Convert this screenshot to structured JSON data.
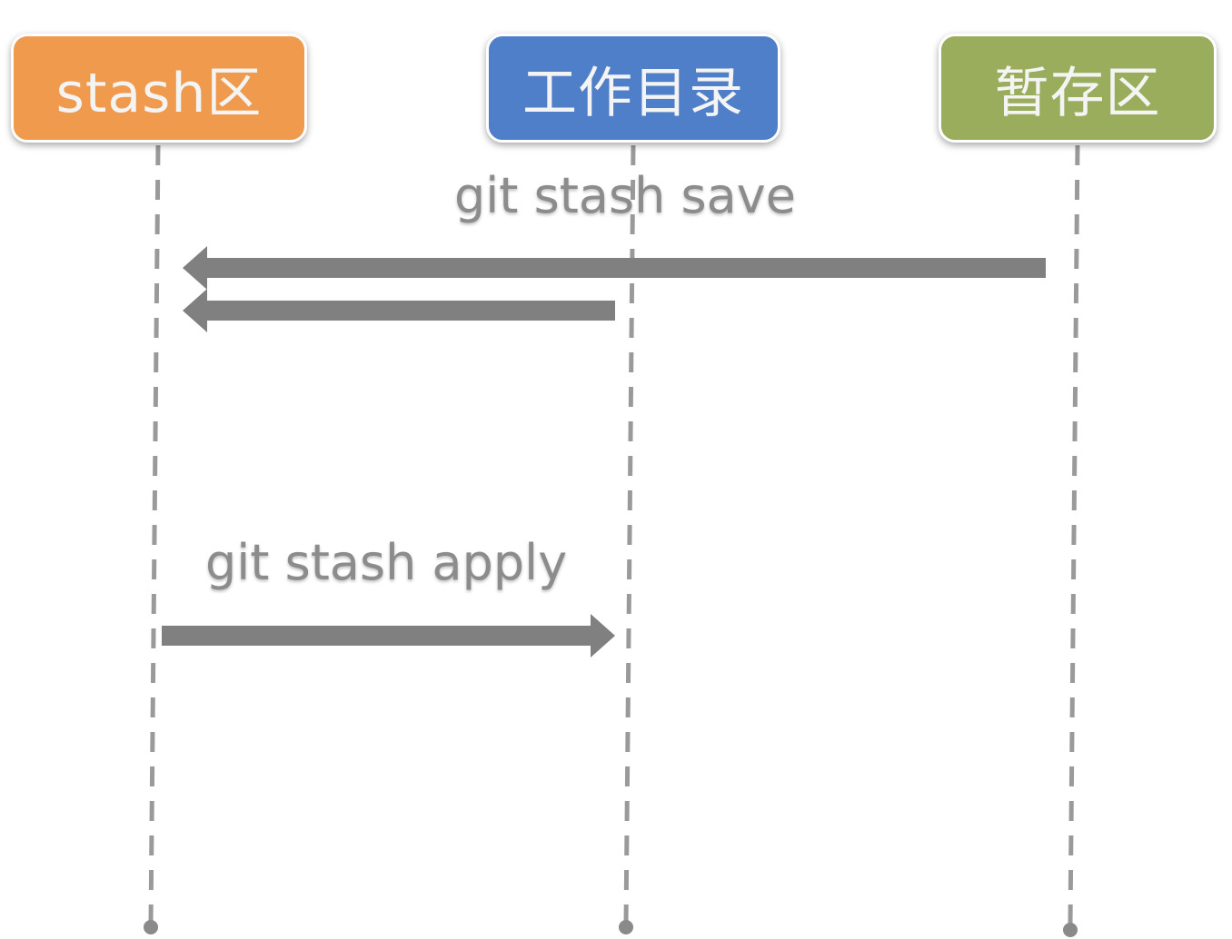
{
  "lanes": [
    {
      "id": "stash",
      "label": "stash区",
      "color": "#ef9a4c"
    },
    {
      "id": "workdir",
      "label": "工作目录",
      "color": "#4f7fc8"
    },
    {
      "id": "staging",
      "label": "暂存区",
      "color": "#9aad5c"
    }
  ],
  "commands": {
    "save": "git stash save",
    "apply": "git stash apply"
  },
  "arrows": [
    {
      "from": "staging",
      "to": "stash",
      "command": "save"
    },
    {
      "from": "workdir",
      "to": "stash",
      "command": "save"
    },
    {
      "from": "stash",
      "to": "workdir",
      "command": "apply"
    }
  ],
  "colors": {
    "lifeline": "#9a9a9a",
    "arrow": "#808080",
    "label": "#8c8c8c"
  }
}
